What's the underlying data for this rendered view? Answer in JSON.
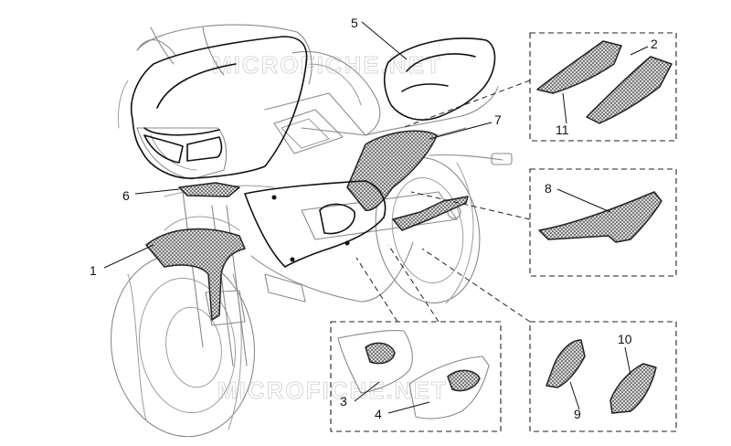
{
  "watermark": "MICROFICHE.NET",
  "callouts": [
    "1",
    "2",
    "3",
    "4",
    "5",
    "6",
    "7",
    "8",
    "9",
    "10",
    "11"
  ]
}
